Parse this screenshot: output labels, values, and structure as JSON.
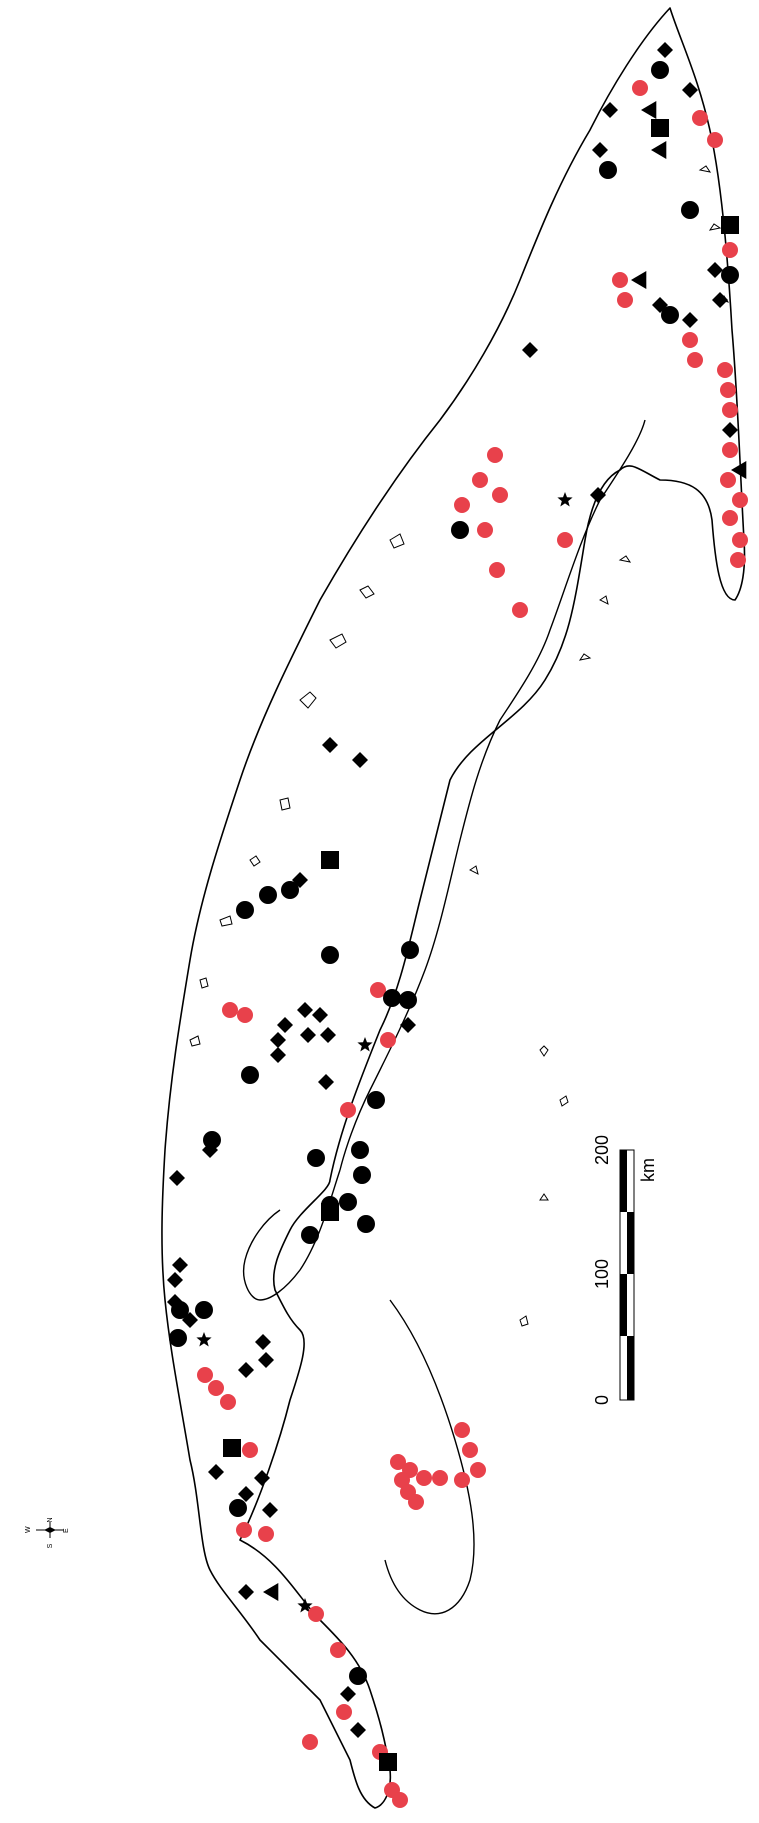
{
  "colors": {
    "marker_black": "#000000",
    "marker_red": "#e8414b",
    "coastline": "#000000",
    "background": "#ffffff"
  },
  "compass": {
    "n": "N",
    "s": "S",
    "e": "E",
    "w": "W"
  },
  "scale_bar": {
    "labels": [
      "0",
      "100",
      "200"
    ],
    "unit": "km"
  },
  "marker_shapes": [
    "red-circle",
    "black-circle",
    "black-diamond",
    "black-square",
    "black-triangle",
    "black-star"
  ]
}
